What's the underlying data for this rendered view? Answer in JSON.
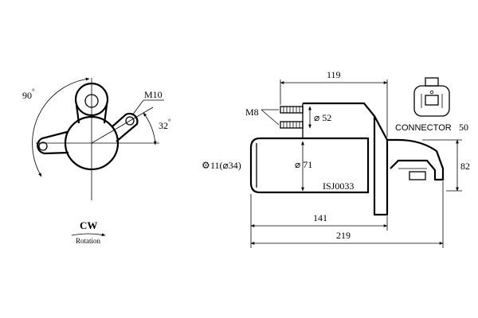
{
  "front_view": {
    "angle_left": "90",
    "angle_right": "32",
    "degree_symbol": "°",
    "bolt_label": "M10",
    "rotation_dir": "CW",
    "rotation_text": "Rotation"
  },
  "side_view": {
    "dim_119": "119",
    "dim_141": "141",
    "dim_219": "219",
    "dim_82": "82",
    "dim_50": "50",
    "pinion_dia": "⌀ 52",
    "body_dia": "⌀ 71",
    "thread_label": "M8",
    "teeth_label": "11(⌀34)",
    "gear_symbol": "⚙",
    "part_code": "ISJ0033",
    "connector_label": "CONNECTOR"
  }
}
